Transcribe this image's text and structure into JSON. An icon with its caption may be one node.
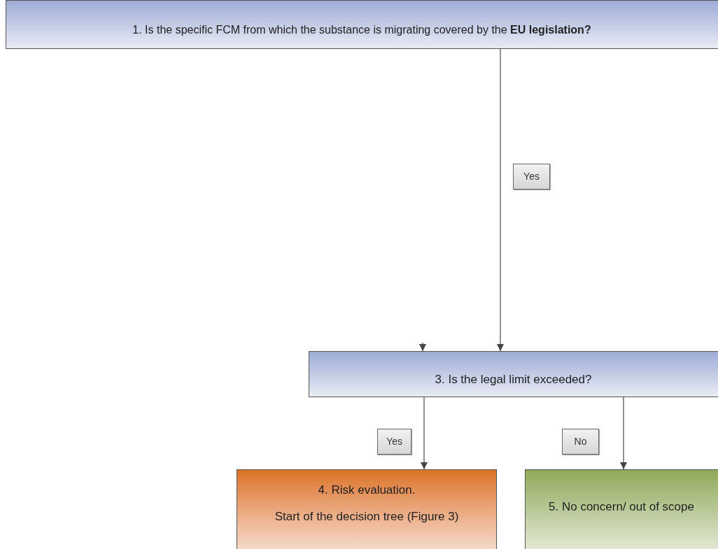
{
  "diagram": {
    "nodes": [
      {
        "text": [
          "1. Is the specific FCM from which the substance is migrating covered by the **EU legislation?**"
        ]
      },
      {
        "text": [
          "3. Is the legal limit exceeded?"
        ]
      },
      {
        "text": [
          "4. Risk evaluation.",
          "Start of the decision tree (Figure 3)"
        ]
      },
      {
        "text": [
          "5. No concern/ out of scope"
        ]
      }
    ],
    "edges": [
      {
        "from": 0,
        "to": 1,
        "arrow": "to",
        "label": "Yes"
      },
      {
        "from": 1,
        "to": 2,
        "arrow": "to",
        "label": "Yes"
      },
      {
        "from": 1,
        "to": 3,
        "arrow": "to",
        "label": "No"
      },
      {
        "from": null,
        "to": 1,
        "arrow": "to"
      }
    ]
  }
}
